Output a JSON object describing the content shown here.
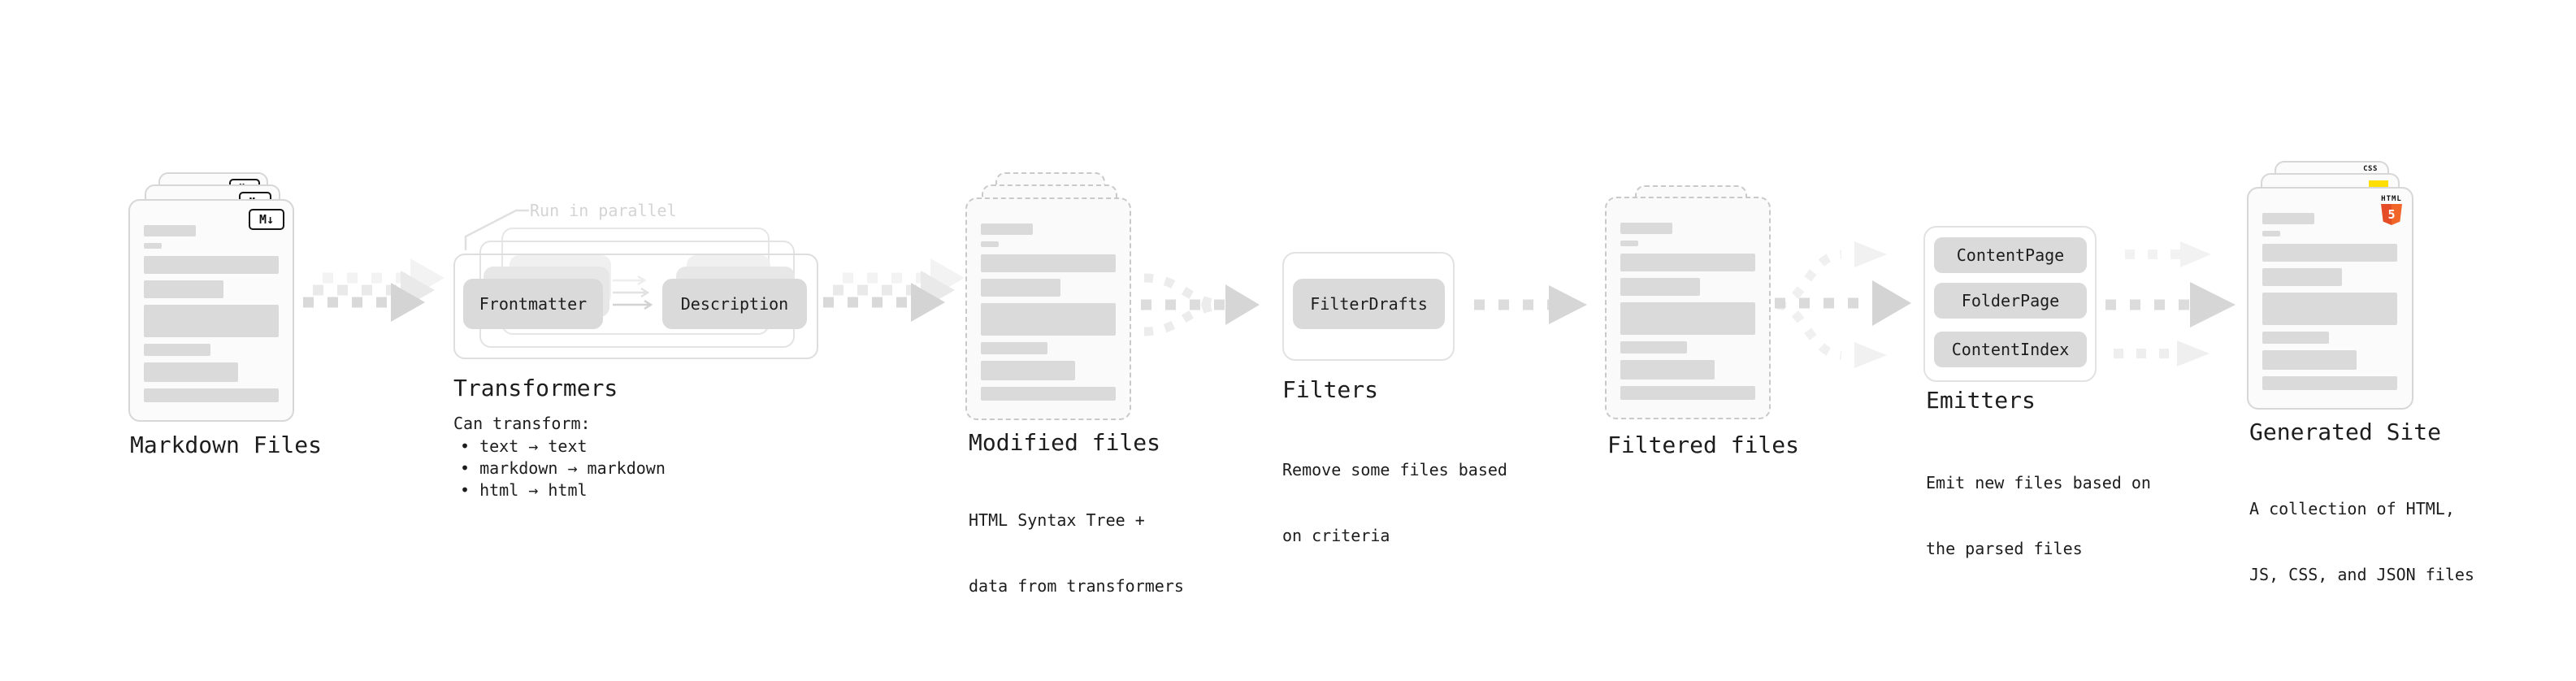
{
  "diagram": {
    "markdown_files": {
      "caption": "Markdown Files",
      "badge_label": "M↓"
    },
    "transformers": {
      "parallel_note": "Run in parallel",
      "chip_left": "Frontmatter",
      "chip_right": "Description",
      "caption": "Transformers",
      "desc_title": "Can transform:",
      "bullets": [
        "• text → text",
        "• markdown → markdown",
        "• html → html"
      ]
    },
    "modified_files": {
      "caption": "Modified files",
      "desc_lines": [
        "HTML Syntax Tree +",
        "data from transformers"
      ]
    },
    "filters": {
      "chip": "FilterDrafts",
      "caption": "Filters",
      "desc_lines": [
        "Remove some files based",
        "on criteria"
      ]
    },
    "filtered_files": {
      "caption": "Filtered files"
    },
    "emitters": {
      "chips": [
        "ContentPage",
        "FolderPage",
        "ContentIndex"
      ],
      "caption": "Emitters",
      "desc_lines": [
        "Emit new files based on",
        "the parsed files"
      ]
    },
    "generated_site": {
      "caption": "Generated Site",
      "desc_lines": [
        "A collection of HTML,",
        "JS, CSS, and JSON files"
      ],
      "badge_html_top": "HTML",
      "badge_html_number": "5",
      "badge_css": "CSS"
    },
    "colors": {
      "html5_orange": "#e44d26",
      "js_yellow": "#ffdf00",
      "css_blue": "#2b62e9",
      "chip_gray": "#dadada",
      "arrow_gray": "#d8d8d8",
      "faint_text": "#d4d4d4"
    }
  }
}
